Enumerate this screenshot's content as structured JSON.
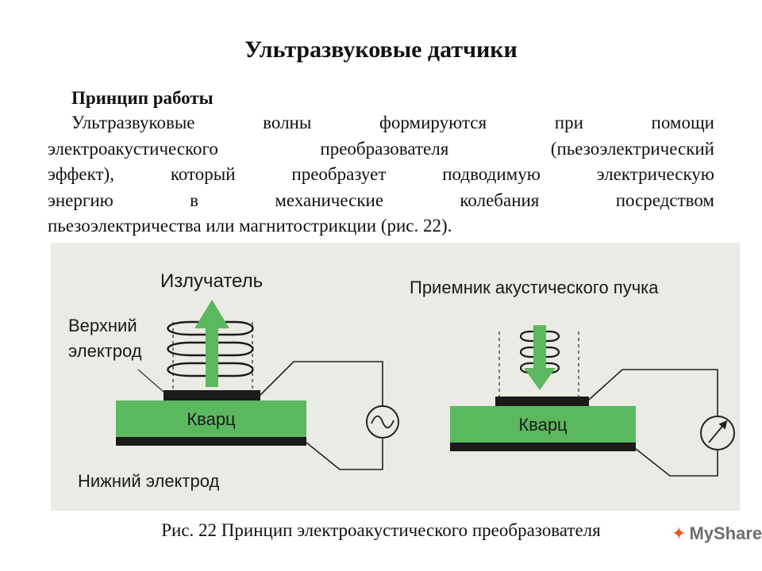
{
  "title": "Ультразвуковые датчики",
  "subtitle": "Принцип работы",
  "paragraph_lines": [
    "Ультразвуковые волны формируются при помощи",
    "электроакустического преобразователя (пьезоэлектрический",
    "эффект), который преобразует подводимую электрическую",
    "энергию в механические колебания посредством",
    "пьезоэлектричества или магнитострикции (рис. 22)."
  ],
  "figure": {
    "emitter_label": "Излучатель",
    "top_electrode_label_1": "Верхний",
    "top_electrode_label_2": "электрод",
    "bottom_electrode_label": "Нижний электрод",
    "quartz_label_left": "Кварц",
    "receiver_label": "Приемник акустического пучка",
    "quartz_label_right": "Кварц",
    "colors": {
      "quartz": "#5cb85f",
      "arrow": "#5cb85f",
      "electrode": "#1a1a1a",
      "background": "#e9ebe4"
    }
  },
  "caption": "Рис. 22 Принцип электроакустического преобразователя",
  "watermark": {
    "mark": "✦",
    "text": "MyShared"
  }
}
